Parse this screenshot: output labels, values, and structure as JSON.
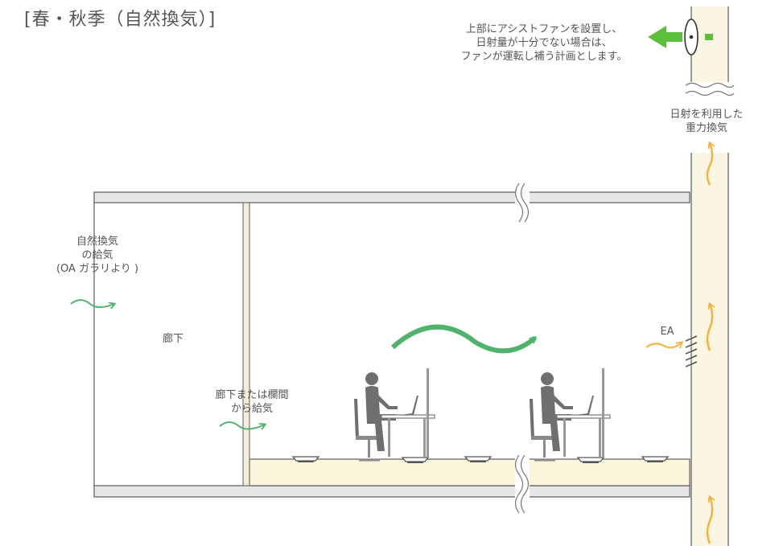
{
  "title": "[春・秋季（自然換気）]",
  "notes": {
    "fan_note": [
      "上部にアシストファンを設置し、",
      "日射量が十分でない場合は、",
      "ファンが運転し補う計画とします。"
    ],
    "gravity_vent": [
      "日射を利用した",
      "重力換気"
    ],
    "natural_supply": [
      "自然換気",
      "の給気",
      "(OA ガラリより )"
    ],
    "corridor": "廊下",
    "corridor_supply": [
      "廊下または欄間",
      "から給気"
    ],
    "exhaust": "EA"
  },
  "colors": {
    "supply_air": "#4fb36c",
    "exhaust_air": "#f2b33d",
    "fan_arrow": "#5cbf3c",
    "shaft_fill": "#fbf6e3",
    "floor_fill": "#fbf5dc",
    "slab_fill": "#e6e6e6",
    "line": "#666666",
    "person": "#6f6f6f"
  },
  "icons": [
    "fan-icon",
    "person-icon",
    "desk-icon",
    "ceiling-vent-icon",
    "louver-icon",
    "break-mark-icon"
  ]
}
